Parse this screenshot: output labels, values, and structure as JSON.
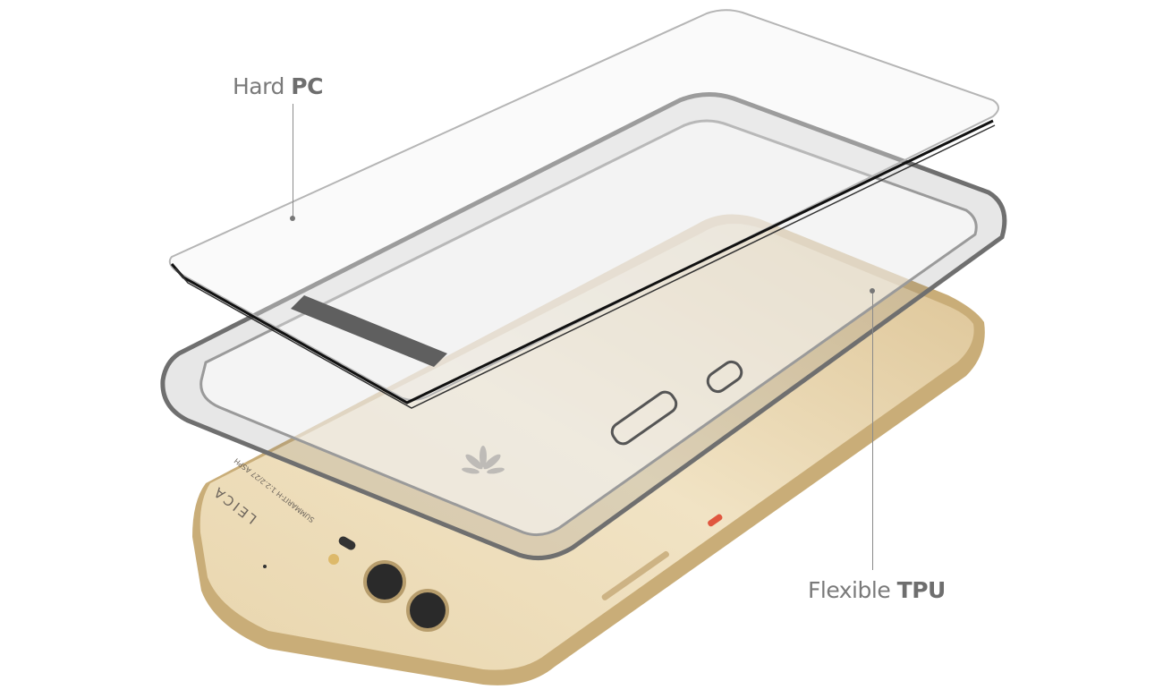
{
  "callouts": {
    "hard_pc": {
      "prefix": "Hard",
      "bold": "PC"
    },
    "flexible_tpu": {
      "prefix": "Flexible",
      "bold": "TPU"
    }
  },
  "phone_markings": {
    "brand_logo": "HUAWEI",
    "camera_brand": "LEICA",
    "lens_text": "SUMMARIT-H 1:2.2/27 ASPH"
  },
  "colors": {
    "phone_body": "#e6d2a8",
    "phone_edge": "#c9ad78",
    "tpu_frame": "#8c8c8c",
    "callout_text": "#7a7a7a",
    "power_button": "#e0573f"
  }
}
